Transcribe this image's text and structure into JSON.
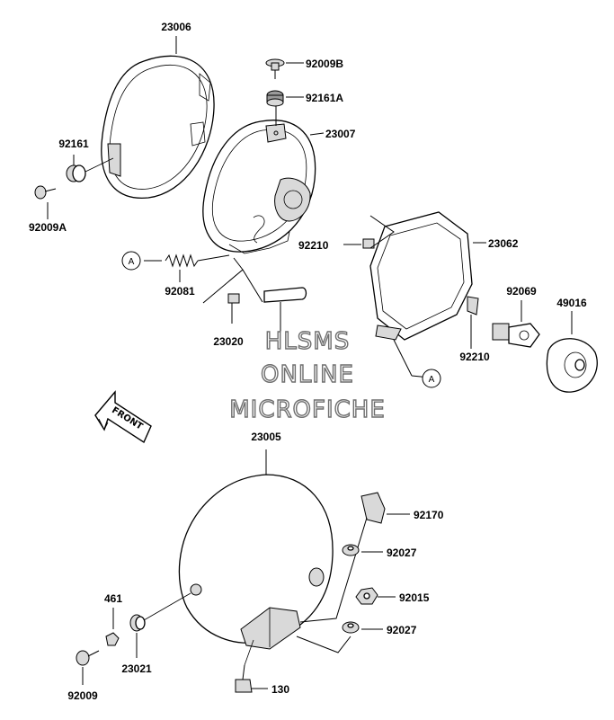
{
  "parts": {
    "p23006": "23006",
    "p92009B": "92009B",
    "p92161A": "92161A",
    "p23007": "23007",
    "p92161": "92161",
    "p92009A": "92009A",
    "p92210_top": "92210",
    "p23062": "23062",
    "p92081": "92081",
    "p92069": "92069",
    "p49016": "49016",
    "p23020": "23020",
    "p92210_bottom": "92210",
    "p23005": "23005",
    "p92170": "92170",
    "p92027_top": "92027",
    "p92015": "92015",
    "p92027_bottom": "92027",
    "p461": "461",
    "p23021": "23021",
    "p92009": "92009",
    "p130": "130"
  },
  "refs": {
    "ref_a_left": "A",
    "ref_a_right": "A"
  },
  "front_arrow": {
    "label": "FRONT"
  },
  "watermark": {
    "line1": "HLSMS",
    "line2": "ONLINE",
    "line3": "MICROFICHE"
  }
}
